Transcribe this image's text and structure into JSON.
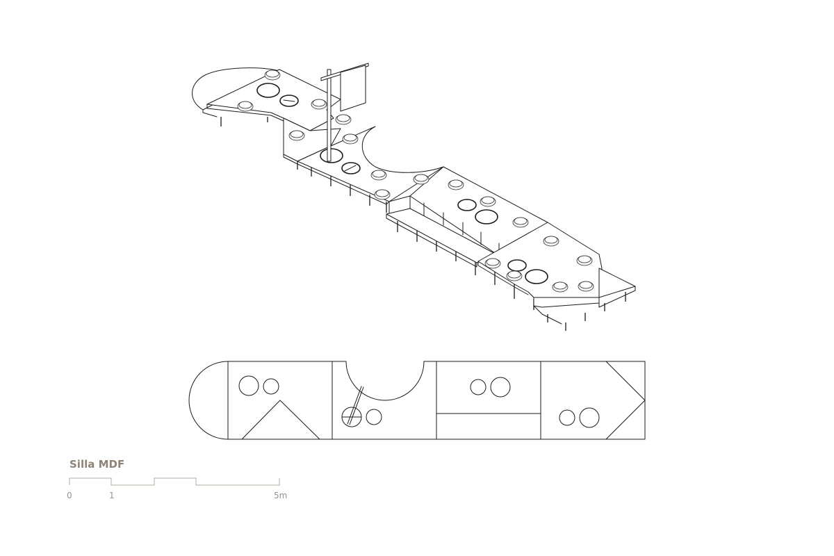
{
  "scale_bar": {
    "title": "Silla MDF",
    "labels": [
      "0",
      "1",
      "5m"
    ]
  }
}
